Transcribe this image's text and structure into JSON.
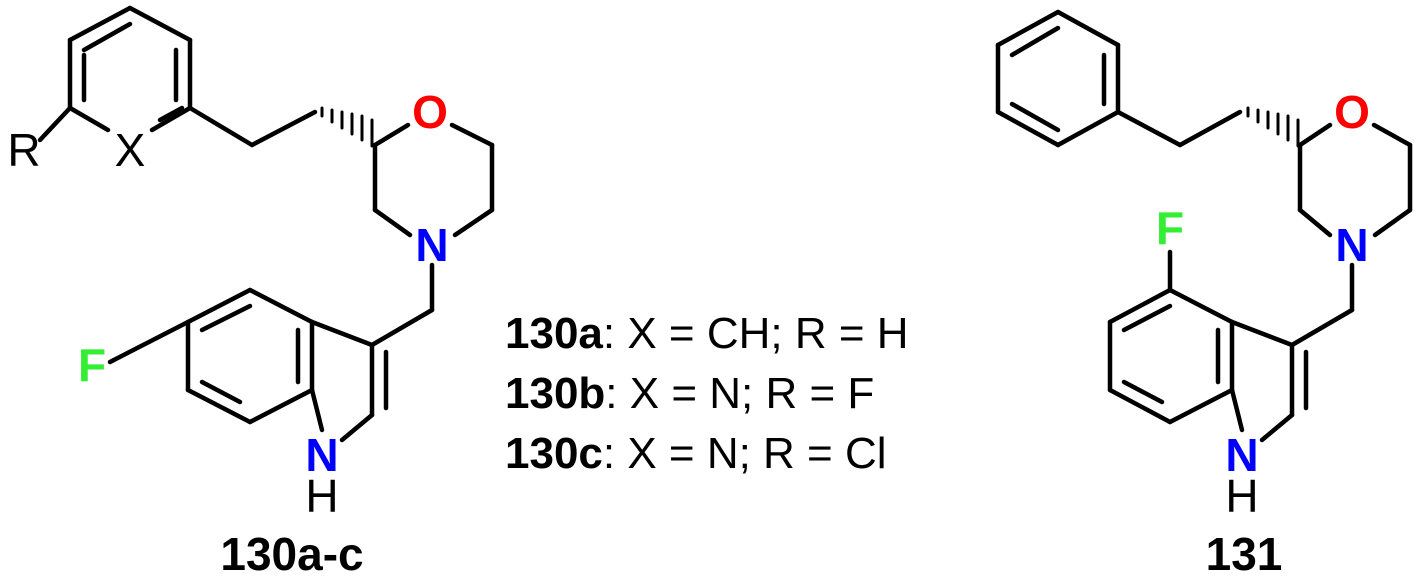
{
  "figure": {
    "atoms": {
      "left_R": "R",
      "left_X": "X",
      "left_O": "O",
      "left_N": "N",
      "left_F": "F",
      "left_NH_N": "N",
      "left_NH_H": "H",
      "right_O": "O",
      "right_N": "N",
      "right_F": "F",
      "right_NH_N": "N",
      "right_NH_H": "H"
    },
    "legend": [
      {
        "compound": "130a",
        "definition": ": X = CH; R = H"
      },
      {
        "compound": "130b",
        "definition": ": X = N; R = F"
      },
      {
        "compound": "130c",
        "definition": ": X = N; R = Cl"
      }
    ],
    "compound_labels": {
      "left": "130a-c",
      "right": "131"
    },
    "colors": {
      "oxygen": "#ff0000",
      "nitrogen": "#0000ff",
      "fluorine": "#33ee33",
      "bond": "#000000"
    }
  }
}
